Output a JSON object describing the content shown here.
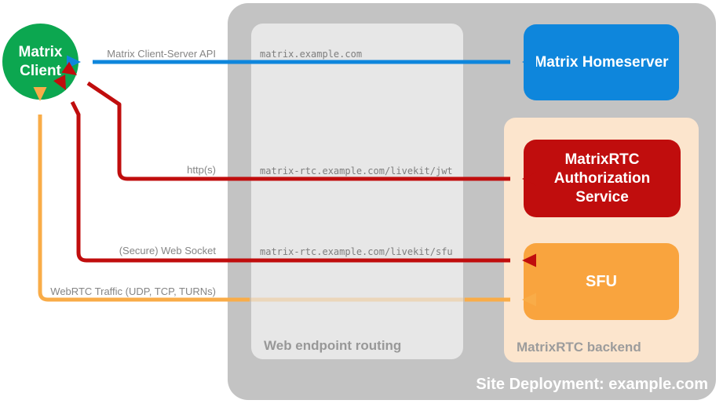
{
  "colors": {
    "green": "#0CA750",
    "blue": "#0E86DC",
    "red": "#C00D0D",
    "orange": "#F9A43E",
    "orange_arrow": "#F9AC48",
    "peach": "#FCE5CD",
    "site_gray": "#C3C3C3",
    "routing_gray": "#E7E7E7",
    "white": "#FFFFFF"
  },
  "client": {
    "label": "Matrix Client"
  },
  "homeserver": {
    "label": "Matrix Homeserver"
  },
  "auth_service": {
    "label": "MatrixRTC Authorization Service"
  },
  "sfu": {
    "label": "SFU"
  },
  "zones": {
    "site": {
      "label": "Site Deployment: example.com"
    },
    "routing": {
      "label": "Web endpoint routing"
    },
    "backend": {
      "label": "MatrixRTC backend"
    }
  },
  "endpoints": {
    "homeserver": "matrix.example.com",
    "jwt": "matrix-rtc.example.com/livekit/jwt",
    "sfu": "matrix-rtc.example.com/livekit/sfu"
  },
  "connections": {
    "client_server_api": {
      "label": "Matrix Client-Server API",
      "color": "#0E86DC"
    },
    "https": {
      "label": "http(s)",
      "color": "#C00D0D"
    },
    "websocket": {
      "label": "(Secure) Web Socket",
      "color": "#C00D0D"
    },
    "webrtc": {
      "label": "WebRTC Traffic (UDP, TCP, TURNs)",
      "color": "#F9AC48"
    }
  }
}
